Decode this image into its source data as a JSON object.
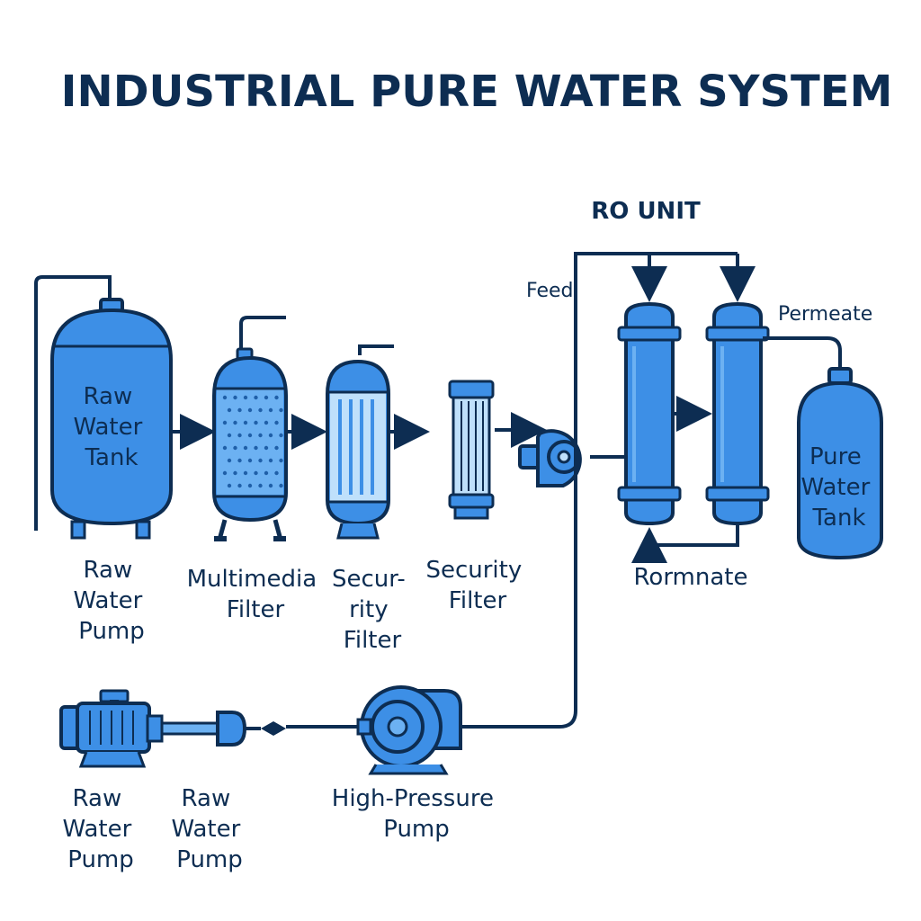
{
  "title": "INDUSTRIAL PURE WATER SYSTEM",
  "colors": {
    "outline": "#0d2d52",
    "fill": "#3d8fe6",
    "fill_light": "#6cb1f2",
    "fill_pale": "#bfe0fb",
    "dots": "#1f5fa8",
    "text": "#0d2d52"
  },
  "ro_unit": {
    "label": "RO UNIT",
    "feed_label": "Feed",
    "permeate_label": "Permeate",
    "concentrate_label": "Rormnate"
  },
  "raw_water_tank": {
    "label": [
      "Raw",
      "Water",
      "Tank"
    ]
  },
  "pure_water_tank": {
    "label": [
      "Pure",
      "Water",
      "Tank"
    ]
  },
  "captions": {
    "raw_water_pump_top": [
      "Raw",
      "Water",
      "Pump"
    ],
    "multimedia_filter": [
      "Multimedia",
      "Filter"
    ],
    "security_filter_1": [
      "Secur-",
      "rity",
      "Filter"
    ],
    "security_filter_2": [
      "Security",
      "Filter"
    ],
    "raw_water_pump_bottom_1": [
      "Raw",
      "Water",
      "Pump"
    ],
    "raw_water_pump_bottom_2": [
      "Raw",
      "Water",
      "Pump"
    ],
    "high_pressure_pump": [
      "High-Pressure",
      "Pump"
    ]
  }
}
